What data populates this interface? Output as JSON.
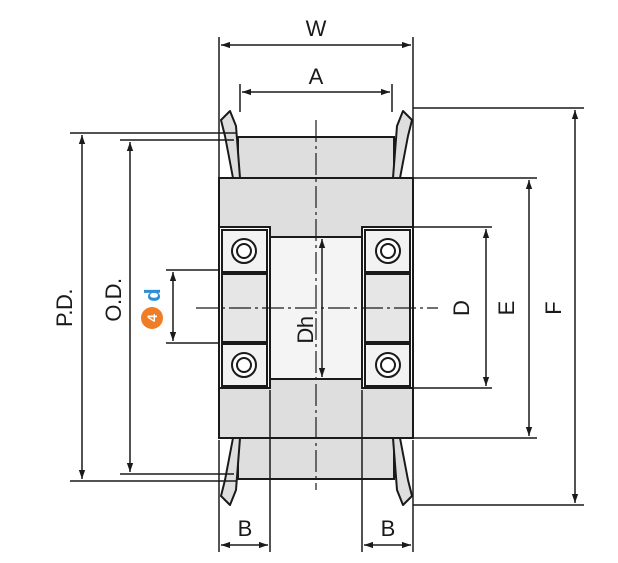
{
  "labels": {
    "W": "W",
    "A": "A",
    "B_left": "B",
    "B_right": "B",
    "PD": "P.D.",
    "OD": "O.D.",
    "Dh": "Dh",
    "D": "D",
    "E": "E",
    "F": "F",
    "badge_number": "4",
    "badge_letter": "d"
  },
  "colors": {
    "line": "#1a1a1a",
    "body_fill": "#dedede",
    "bearing_fill": "#f2f2f2",
    "badge_orange": "#f07c26",
    "badge_blue": "#2a8fd6"
  }
}
